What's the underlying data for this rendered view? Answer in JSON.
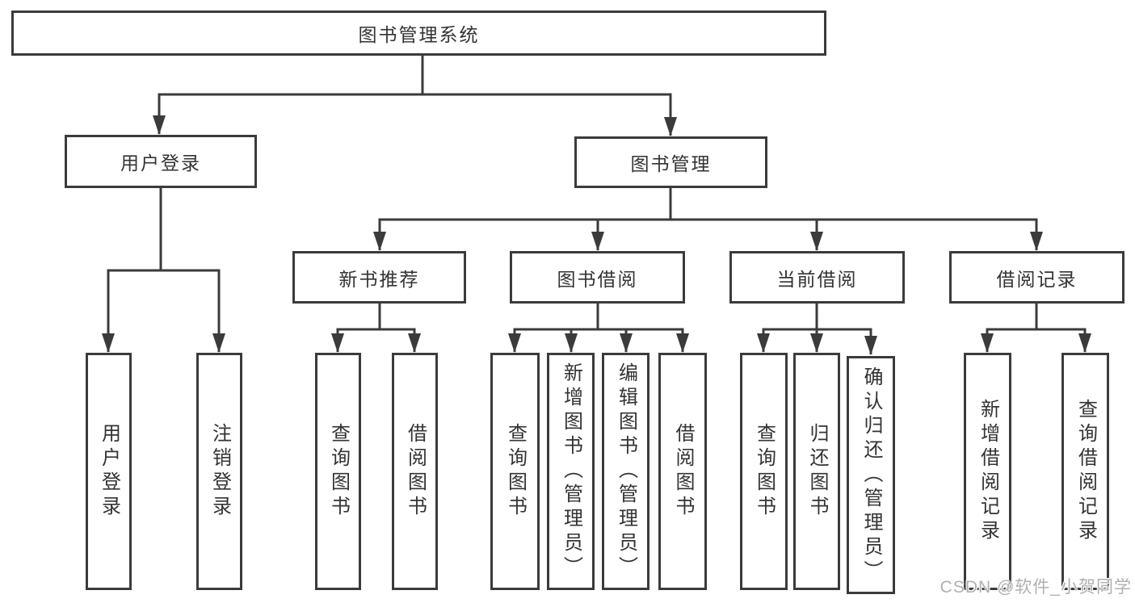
{
  "colors": {
    "background": "#ffffff",
    "box_border": "#3b3b3b",
    "connector_line": "#3b3b3b",
    "node_text": "#333333",
    "watermark_text": "#b0b0b4"
  },
  "watermark": {
    "label": "CSDN @软件_小贺同学"
  },
  "tree": {
    "root": {
      "label": "图书管理系统"
    },
    "branches": [
      {
        "label": "用户登录",
        "children": [
          {
            "label": "用户登录"
          },
          {
            "label": "注销登录"
          }
        ]
      },
      {
        "label": "图书管理",
        "children": [
          {
            "label": "新书推荐",
            "children": [
              {
                "label": "查询图书"
              },
              {
                "label": "借阅图书"
              }
            ]
          },
          {
            "label": "图书借阅",
            "children": [
              {
                "label": "查询图书"
              },
              {
                "label": "新增图书（管理员）"
              },
              {
                "label": "编辑图书（管理员）"
              },
              {
                "label": "借阅图书"
              }
            ]
          },
          {
            "label": "当前借阅",
            "children": [
              {
                "label": "查询图书"
              },
              {
                "label": "归还图书"
              },
              {
                "label": "确认归还（管理员）"
              }
            ]
          },
          {
            "label": "借阅记录",
            "children": [
              {
                "label": "新增借阅记录"
              },
              {
                "label": "查询借阅记录"
              }
            ]
          }
        ]
      }
    ]
  }
}
